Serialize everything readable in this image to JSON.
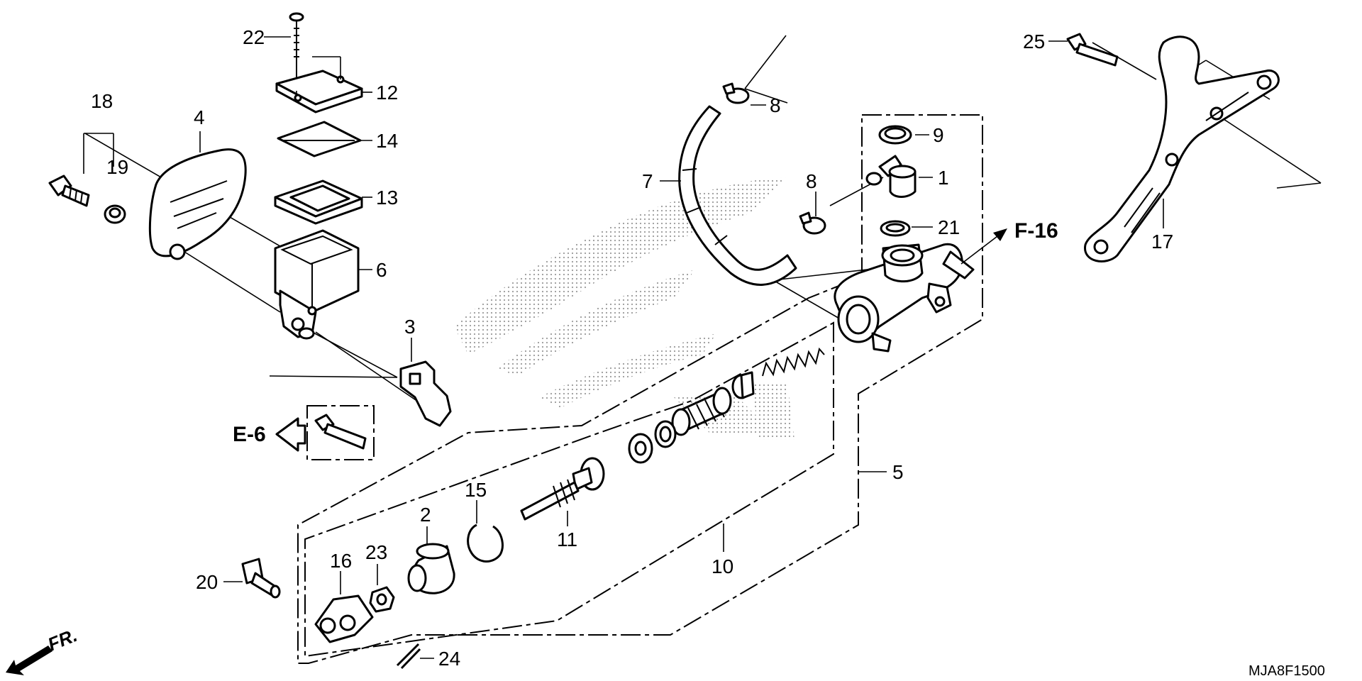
{
  "diagram_code": "MJA8F1500",
  "direction_label": "FR.",
  "references": [
    {
      "id": "E-6"
    },
    {
      "id": "F-16"
    }
  ],
  "callouts": [
    {
      "num": "1"
    },
    {
      "num": "2"
    },
    {
      "num": "3"
    },
    {
      "num": "4"
    },
    {
      "num": "5"
    },
    {
      "num": "6"
    },
    {
      "num": "7"
    },
    {
      "num": "8"
    },
    {
      "num": "8"
    },
    {
      "num": "9"
    },
    {
      "num": "10"
    },
    {
      "num": "11"
    },
    {
      "num": "12"
    },
    {
      "num": "13"
    },
    {
      "num": "14"
    },
    {
      "num": "15"
    },
    {
      "num": "16"
    },
    {
      "num": "17"
    },
    {
      "num": "18"
    },
    {
      "num": "19"
    },
    {
      "num": "20"
    },
    {
      "num": "21"
    },
    {
      "num": "22"
    },
    {
      "num": "23"
    },
    {
      "num": "24"
    },
    {
      "num": "25"
    }
  ]
}
